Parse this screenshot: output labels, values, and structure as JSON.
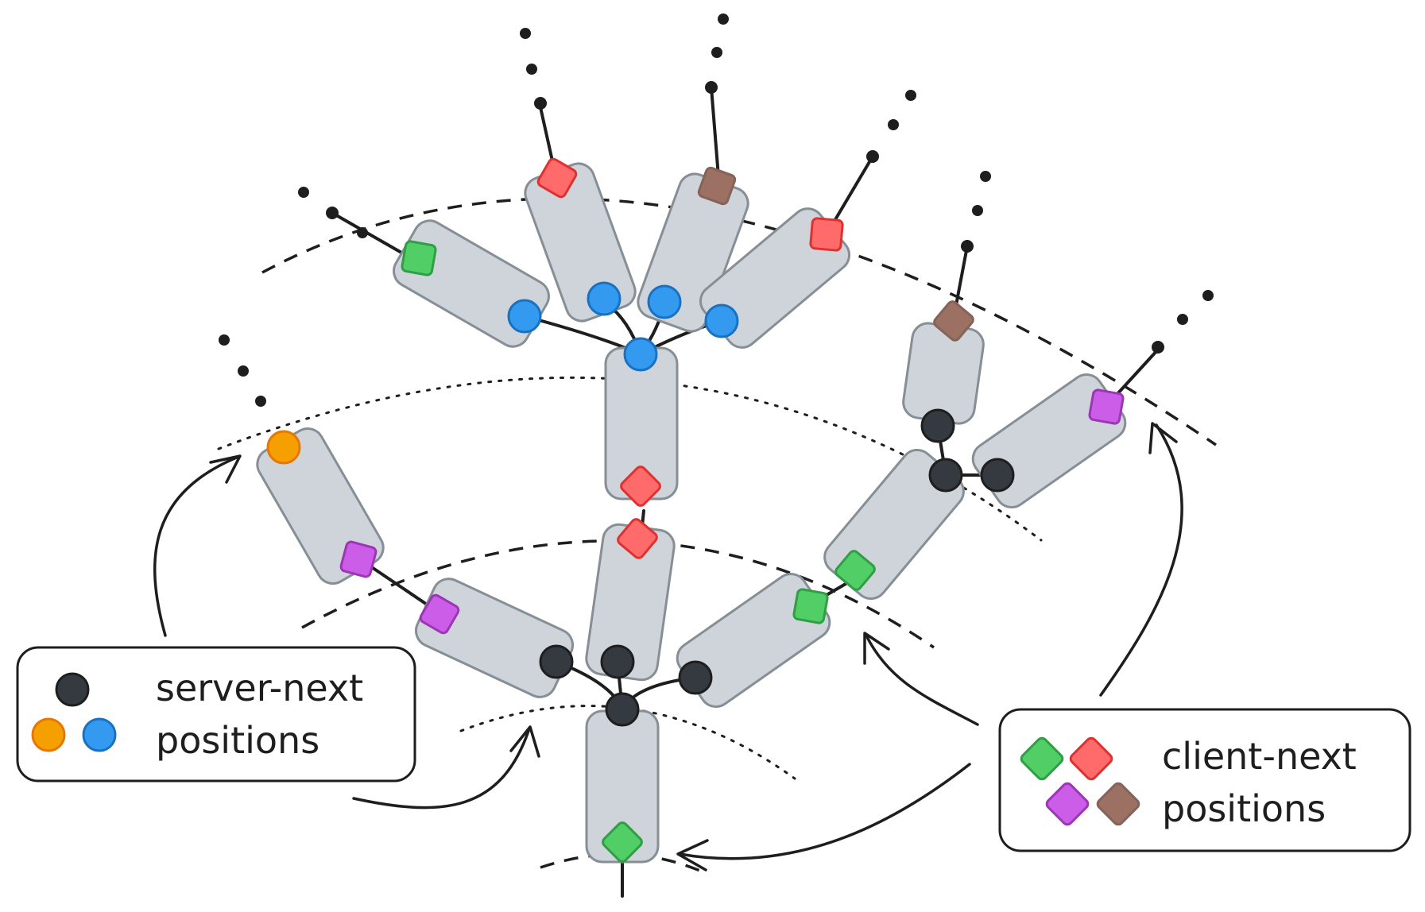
{
  "legend_server": {
    "line1": "server-next",
    "line2": "positions"
  },
  "legend_client": {
    "line1": "client-next",
    "line2": "positions"
  },
  "colors": {
    "server_black": "#343a40",
    "server_orange": "#f59f00",
    "server_blue": "#339af0",
    "client_green": "#51cf66",
    "client_red": "#ff6b6b",
    "client_purple": "#cc5de8",
    "client_brown": "#9c7063",
    "node_fill": "#ced4da",
    "node_stroke": "#868e96"
  }
}
